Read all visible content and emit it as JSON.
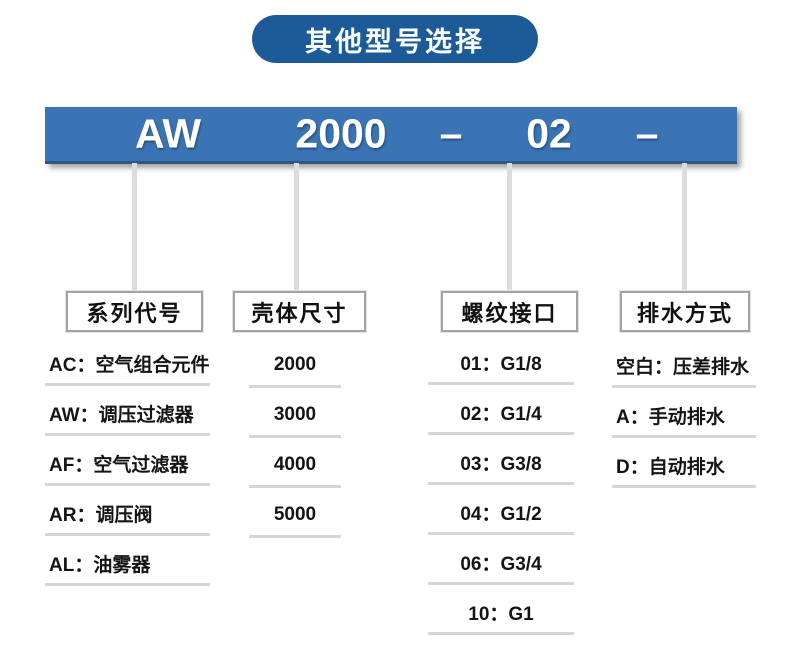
{
  "title": "其他型号选择",
  "model": {
    "segments": [
      "AW",
      "2000",
      "–",
      "02",
      "–"
    ]
  },
  "colors": {
    "badge_blue": "#1c5b97",
    "bar_blue": "#3a74b4",
    "bar_edge_blue": "#2b5884",
    "connector_gray": "#dcdcdc",
    "separator_gray": "#d6d6d6",
    "box_border_gray": "#a3a3a3",
    "text_black": "#141414",
    "text_white": "#ffffff"
  },
  "columns": [
    {
      "header": "系列代号",
      "items": [
        "AC：空气组合元件",
        "AW：调压过滤器",
        "AF：空气过滤器",
        "AR：调压阀",
        "AL：油雾器"
      ]
    },
    {
      "header": "壳体尺寸",
      "items": [
        "2000",
        "3000",
        "4000",
        "5000"
      ]
    },
    {
      "header": "螺纹接口",
      "items": [
        "01：G1/8",
        "02：G1/4",
        "03：G3/8",
        "04：G1/2",
        "06：G3/4",
        "10：G1"
      ]
    },
    {
      "header": "排水方式",
      "items": [
        "空白：压差排水",
        "A：手动排水",
        "D：自动排水"
      ]
    }
  ]
}
